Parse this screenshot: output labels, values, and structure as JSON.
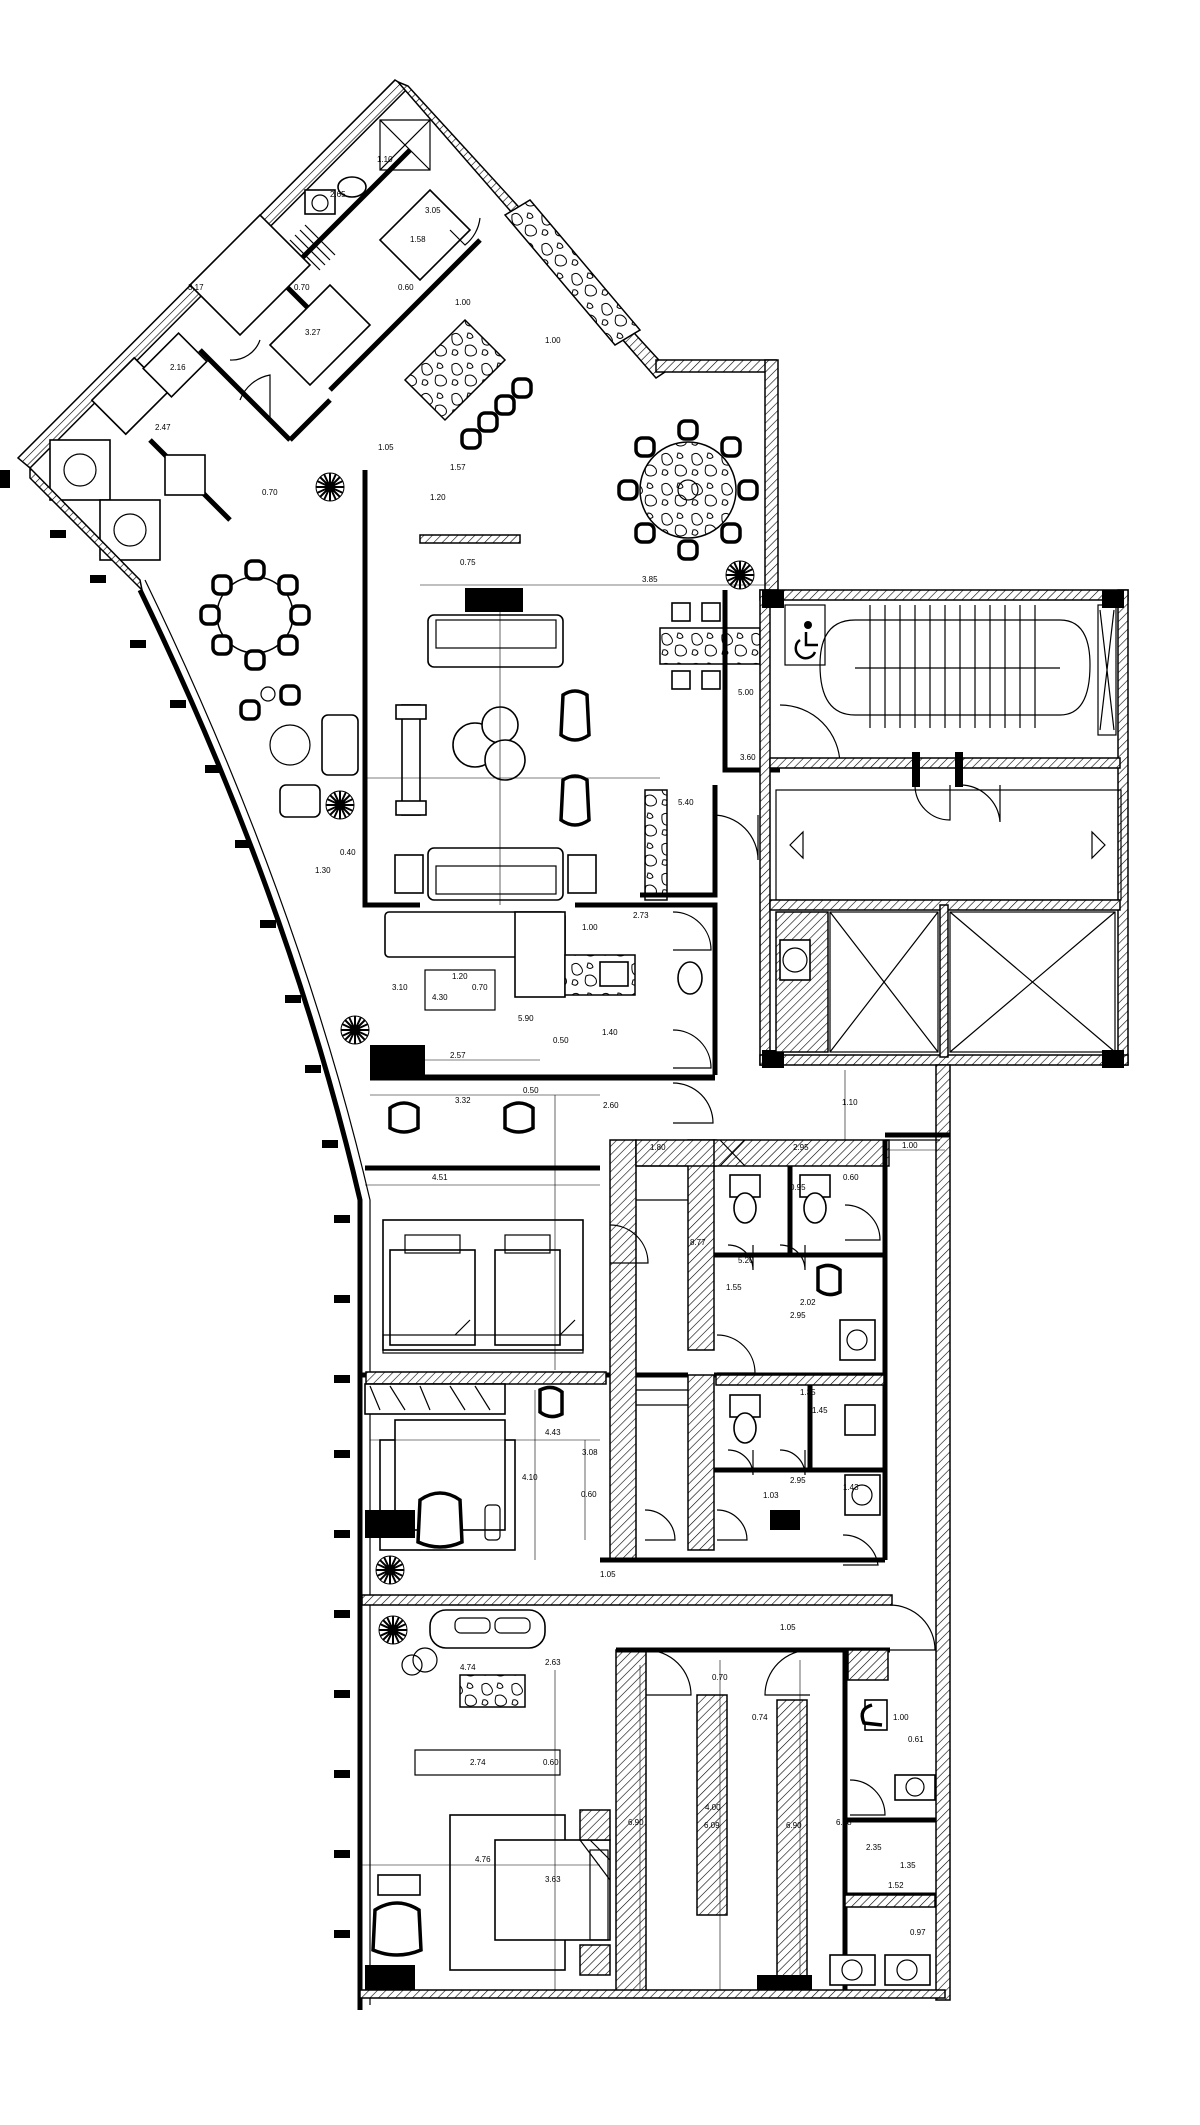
{
  "dimensions": [
    {
      "id": "d1",
      "text": "1.10"
    },
    {
      "id": "d2",
      "text": "2.65"
    },
    {
      "id": "d3",
      "text": "3.05"
    },
    {
      "id": "d4",
      "text": "1.58"
    },
    {
      "id": "d5",
      "text": "3.17"
    },
    {
      "id": "d6",
      "text": "0.70"
    },
    {
      "id": "d7",
      "text": "0.60"
    },
    {
      "id": "d8",
      "text": "3.27"
    },
    {
      "id": "d9",
      "text": "1.00"
    },
    {
      "id": "d10",
      "text": "1.00"
    },
    {
      "id": "d11",
      "text": "2.16"
    },
    {
      "id": "d12",
      "text": "2.47"
    },
    {
      "id": "d13",
      "text": "1.05"
    },
    {
      "id": "d14",
      "text": "1.57"
    },
    {
      "id": "d15",
      "text": "0.70"
    },
    {
      "id": "d16",
      "text": "1.20"
    },
    {
      "id": "d17",
      "text": "0.75"
    },
    {
      "id": "d18",
      "text": "3.85"
    },
    {
      "id": "d19",
      "text": "5.00"
    },
    {
      "id": "d20",
      "text": "3.60"
    },
    {
      "id": "d21",
      "text": "0.40"
    },
    {
      "id": "d22",
      "text": "5.40"
    },
    {
      "id": "d23",
      "text": "1.30"
    },
    {
      "id": "d24",
      "text": "1.00"
    },
    {
      "id": "d25",
      "text": "2.73"
    },
    {
      "id": "d26",
      "text": "1.20"
    },
    {
      "id": "d27",
      "text": "0.70"
    },
    {
      "id": "d28",
      "text": "4.30"
    },
    {
      "id": "d29",
      "text": "3.10"
    },
    {
      "id": "d30",
      "text": "5.90"
    },
    {
      "id": "d31",
      "text": "0.50"
    },
    {
      "id": "d32",
      "text": "1.40"
    },
    {
      "id": "d33",
      "text": "2.57"
    },
    {
      "id": "d34",
      "text": "3.32"
    },
    {
      "id": "d35",
      "text": "0.50"
    },
    {
      "id": "d36",
      "text": "2.60"
    },
    {
      "id": "d37",
      "text": "1.10"
    },
    {
      "id": "d38",
      "text": "1.00"
    },
    {
      "id": "d39",
      "text": "4.51"
    },
    {
      "id": "d40",
      "text": "1.80"
    },
    {
      "id": "d41",
      "text": "2.95"
    },
    {
      "id": "d42",
      "text": "0.95"
    },
    {
      "id": "d43",
      "text": "0.60"
    },
    {
      "id": "d44",
      "text": "8.77"
    },
    {
      "id": "d45",
      "text": "5.20"
    },
    {
      "id": "d46",
      "text": "1.55"
    },
    {
      "id": "d47",
      "text": "2.02"
    },
    {
      "id": "d48",
      "text": "2.95"
    },
    {
      "id": "d49",
      "text": "1.35"
    },
    {
      "id": "d50",
      "text": "1.45"
    },
    {
      "id": "d51",
      "text": "4.43"
    },
    {
      "id": "d52",
      "text": "3.08"
    },
    {
      "id": "d53",
      "text": "4.10"
    },
    {
      "id": "d54",
      "text": "0.60"
    },
    {
      "id": "d55",
      "text": "2.95"
    },
    {
      "id": "d56",
      "text": "1.03"
    },
    {
      "id": "d57",
      "text": "1.43"
    },
    {
      "id": "d58",
      "text": "1.05"
    },
    {
      "id": "d59",
      "text": "1.05"
    },
    {
      "id": "d60",
      "text": "4.74"
    },
    {
      "id": "d61",
      "text": "2.63"
    },
    {
      "id": "d62",
      "text": "0.70"
    },
    {
      "id": "d63",
      "text": "0.74"
    },
    {
      "id": "d64",
      "text": "2.74"
    },
    {
      "id": "d65",
      "text": "0.60"
    },
    {
      "id": "d66",
      "text": "6.90"
    },
    {
      "id": "d67",
      "text": "6.09"
    },
    {
      "id": "d68",
      "text": "4.00"
    },
    {
      "id": "d69",
      "text": "6.90"
    },
    {
      "id": "d70",
      "text": "6.38"
    },
    {
      "id": "d71",
      "text": "4.76"
    },
    {
      "id": "d72",
      "text": "3.63"
    },
    {
      "id": "d73",
      "text": "1.35"
    },
    {
      "id": "d74",
      "text": "1.52"
    },
    {
      "id": "d75",
      "text": "0.97"
    },
    {
      "id": "d76",
      "text": "2.35"
    },
    {
      "id": "d77",
      "text": "0.61"
    },
    {
      "id": "d78",
      "text": "1.00"
    }
  ]
}
